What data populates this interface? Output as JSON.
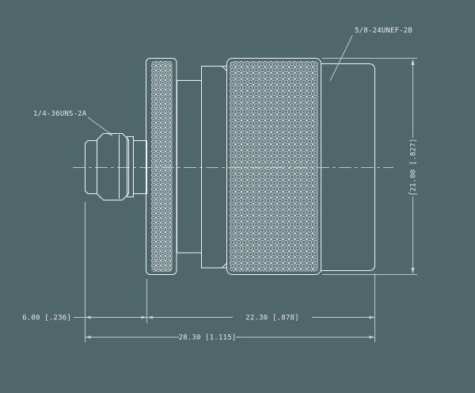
{
  "drawing": {
    "title": "coaxial adapter outline drawing",
    "colors": {
      "background": "#4f666b",
      "part_line": "#eff4f4",
      "dimension_line": "#bcc8c8",
      "text": "#e4eaea"
    },
    "labels": {
      "thread_top": "5/8-24UNEF-2B",
      "thread_left": "1/4-36UNS-2A"
    },
    "dimensions": {
      "diameter": "⌠21.00 [.827]",
      "sma_length": "6.00 [.236]",
      "body_length": "22.30 [.878]",
      "overall_length": "28.30 [1.115]"
    }
  }
}
